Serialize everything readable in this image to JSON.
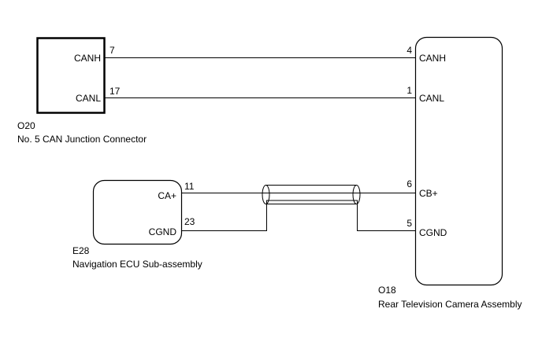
{
  "components": {
    "o20": {
      "code": "O20",
      "name": "No. 5 CAN Junction Connector",
      "pins": {
        "canh": {
          "label": "CANH",
          "number": "7"
        },
        "canl": {
          "label": "CANL",
          "number": "17"
        }
      }
    },
    "o18": {
      "code": "O18",
      "name": "Rear Television Camera Assembly",
      "pins": {
        "canh": {
          "label": "CANH",
          "number": "4"
        },
        "canl": {
          "label": "CANL",
          "number": "1"
        },
        "cbplus": {
          "label": "CB+",
          "number": "6"
        },
        "cgnd": {
          "label": "CGND",
          "number": "5"
        }
      }
    },
    "e28": {
      "code": "E28",
      "name": "Navigation ECU Sub-assembly",
      "pins": {
        "caplus": {
          "label": "CA+",
          "number": "11"
        },
        "cgnd": {
          "label": "CGND",
          "number": "23"
        }
      }
    }
  }
}
